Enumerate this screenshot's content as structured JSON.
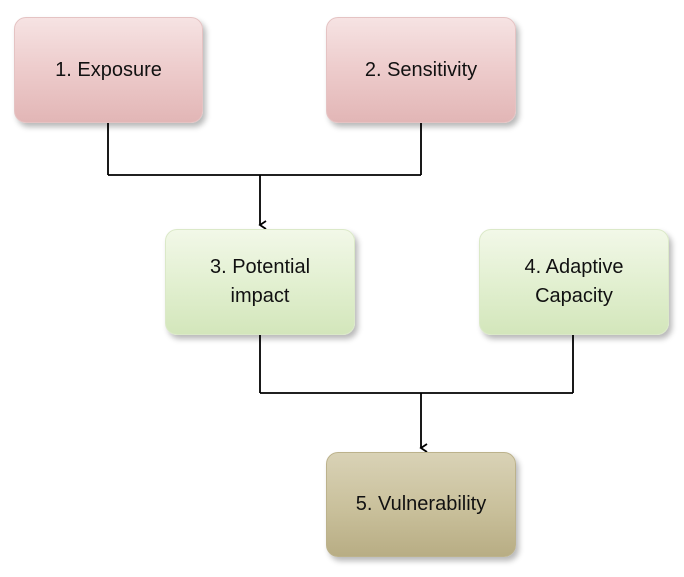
{
  "diagram": {
    "nodes": {
      "exposure": {
        "label": "1. Exposure"
      },
      "sensitivity": {
        "label": "2. Sensitivity"
      },
      "potential_impact": {
        "label": "3. Potential\nimpact"
      },
      "adaptive_capacity": {
        "label": "4. Adaptive\nCapacity"
      },
      "vulnerability": {
        "label": "5. Vulnerability"
      }
    },
    "colors": {
      "stage1_fill": "#ecc9c9",
      "stage2_fill": "#e1efcf",
      "result_fill": "#c9c09b",
      "connector": "#000000"
    }
  }
}
